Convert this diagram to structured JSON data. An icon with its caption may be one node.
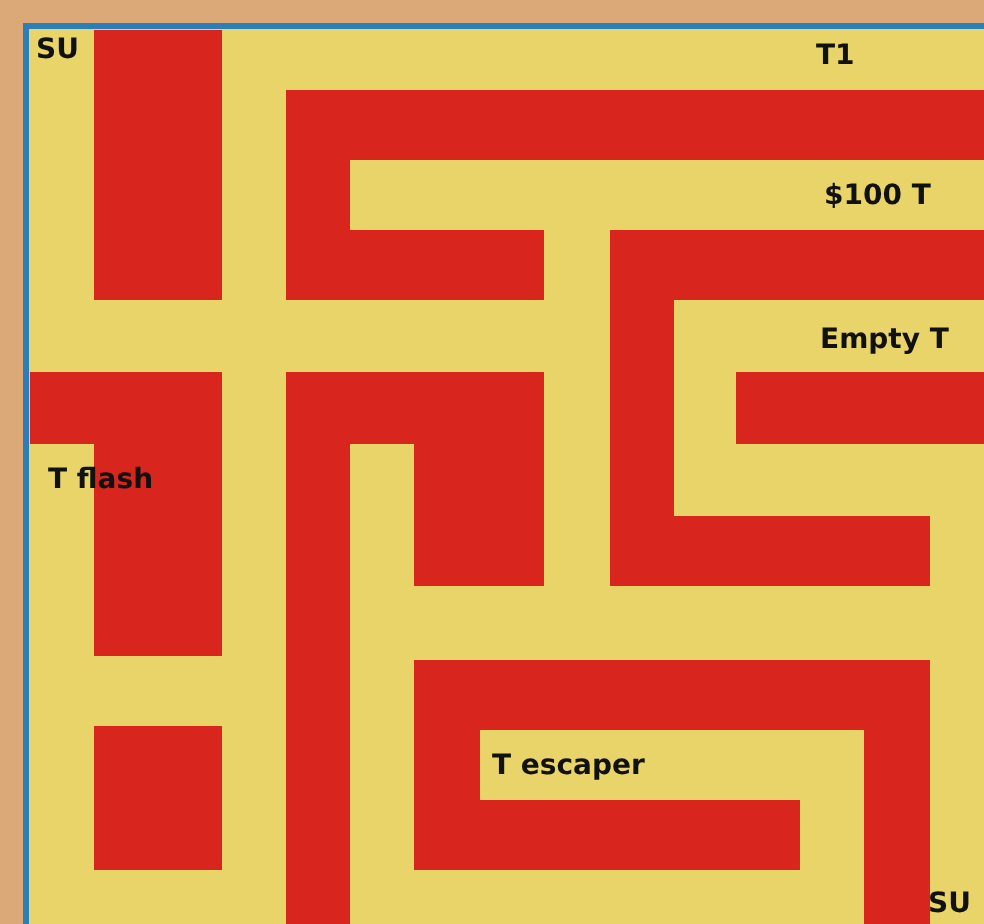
{
  "diagram": {
    "labels": [
      "SU",
      "T1",
      "$100 T",
      "Empty T",
      "T flash",
      "T escaper",
      "SU"
    ]
  }
}
